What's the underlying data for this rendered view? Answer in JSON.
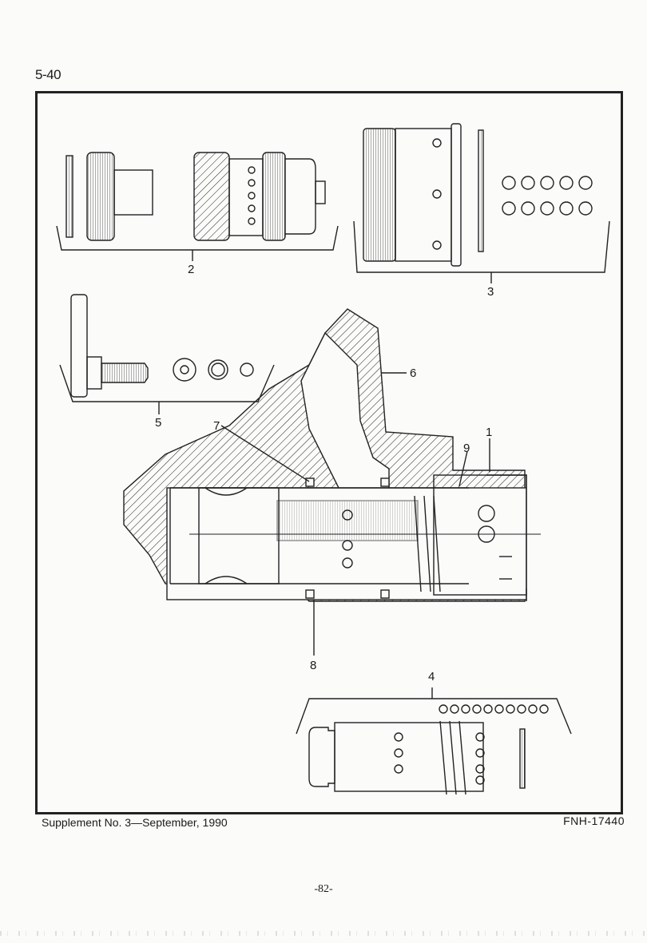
{
  "header": {
    "section_number": "5-40"
  },
  "callouts": {
    "c1": "1",
    "c2": "2",
    "c3": "3",
    "c4": "4",
    "c5": "5",
    "c6": "6",
    "c7": "7",
    "c8": "8",
    "c9": "9"
  },
  "footer": {
    "supplement": "Supplement No. 3—September, 1990",
    "doc_code": "FNH-17440",
    "page_number": "-82-"
  }
}
